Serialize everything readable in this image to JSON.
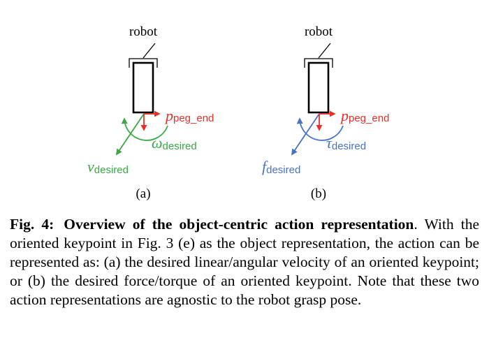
{
  "panel_a": {
    "robot_label": "robot",
    "keypoint_symbol": "p",
    "keypoint_subscript": "peg_end",
    "angular_symbol": "ω",
    "angular_subscript": "desired",
    "linear_symbol": "v",
    "linear_subscript": "desired",
    "sub_label": "(a)"
  },
  "panel_b": {
    "robot_label": "robot",
    "keypoint_symbol": "p",
    "keypoint_subscript": "peg_end",
    "torque_symbol": "τ",
    "torque_subscript": "desired",
    "force_symbol": "f",
    "force_subscript": "desired",
    "sub_label": "(b)"
  },
  "caption": {
    "label": "Fig. 4:",
    "title": "Overview of the object-centric action representation",
    "body": ". With the oriented keypoint in Fig. 3 (e) as the object representation, the action can be represented as: (a) the desired linear/angular velocity of an oriented keypoint; or (b) the desired force/torque of an oriented keypoint. Note that these two action representations are agnostic to the robot grasp pose."
  },
  "colors": {
    "red": "#e8302a",
    "green": "#3aa845",
    "blue": "#4a72c4",
    "black": "#000000"
  }
}
